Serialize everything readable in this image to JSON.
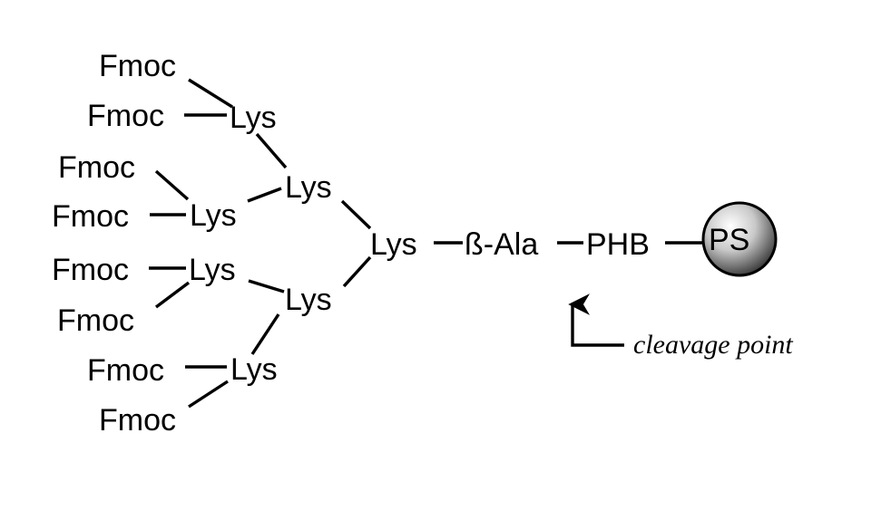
{
  "diagram": {
    "labels": {
      "fmoc": "Fmoc",
      "lys": "Lys",
      "beta_ala": "ß-Ala",
      "phb": "PHB",
      "ps": "PS",
      "cleavage": "cleavage point"
    }
  }
}
